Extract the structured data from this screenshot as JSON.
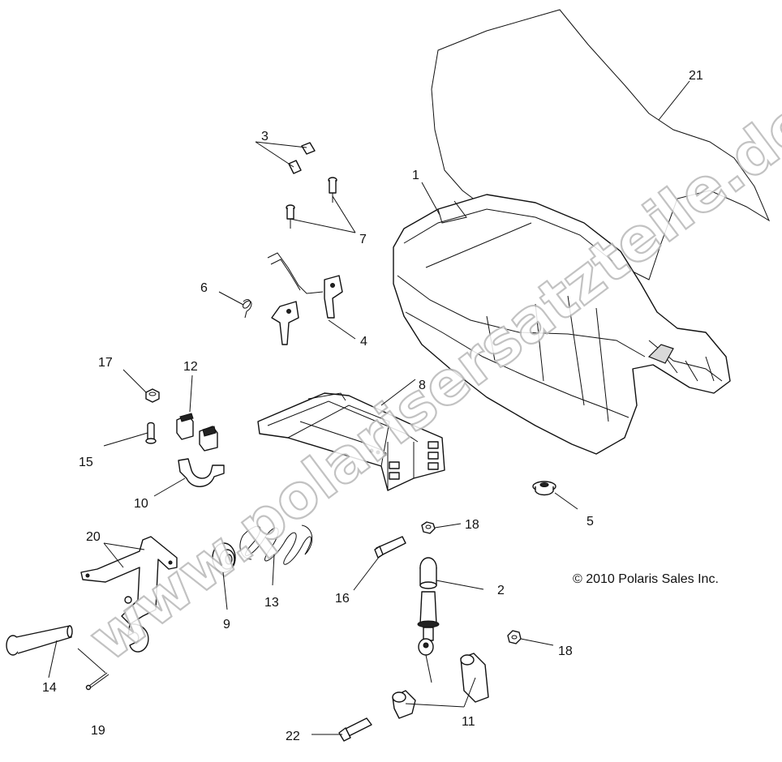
{
  "callouts": {
    "c1": "1",
    "c2": "2",
    "c3": "3",
    "c4": "4",
    "c5": "5",
    "c6": "6",
    "c7": "7",
    "c8": "8",
    "c9": "9",
    "c10": "10",
    "c11": "11",
    "c12": "12",
    "c13": "13",
    "c14": "14",
    "c15": "15",
    "c16": "16",
    "c17": "17",
    "c18a": "18",
    "c18b": "18",
    "c19": "19",
    "c20": "20",
    "c21": "21",
    "c22": "22"
  },
  "copyright": "© 2010 Polaris Sales Inc.",
  "watermark": "www.polarisersatzteile.de"
}
